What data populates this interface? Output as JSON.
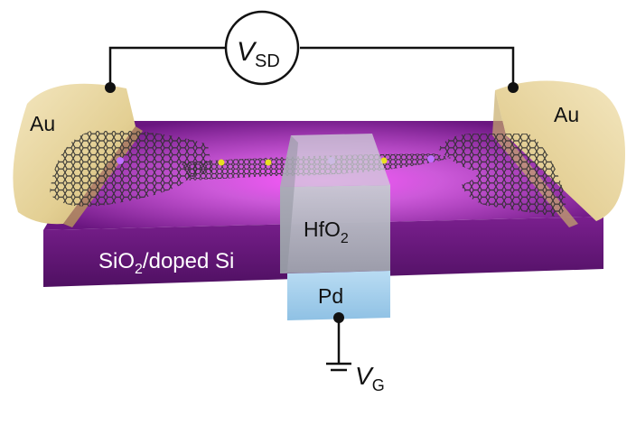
{
  "labels": {
    "au_left": "Au",
    "au_right": "Au",
    "vsd_main": "V",
    "vsd_sub": "SD",
    "substrate_main": "SiO",
    "substrate_sub": "2",
    "substrate_rest": "/doped Si",
    "gate_oxide_main": "HfO",
    "gate_oxide_sub": "2",
    "gate_metal": "Pd",
    "vg_main": "V",
    "vg_sub": "G"
  },
  "colors": {
    "substrate_top": "#7a1f8c",
    "substrate_front": "#5a1470",
    "gold": "#e8d6a0",
    "gate_oxide": "#b8bcc4",
    "gate_metal": "#a8d0ec",
    "graphene": "#3a3a3a",
    "glow": "#ff40ff"
  }
}
